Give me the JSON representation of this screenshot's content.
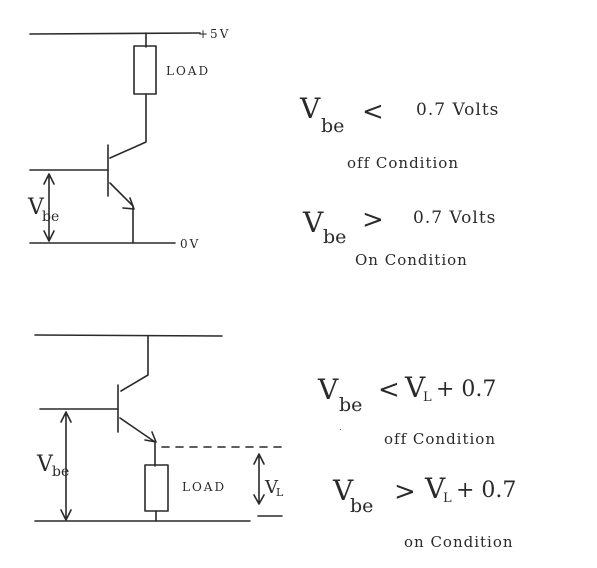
{
  "circuit1": {
    "supply_label": "+5V",
    "ground_label": "0V",
    "load_label": "LOAD",
    "vbe_label": "V",
    "vbe_sub": "be"
  },
  "circuit2": {
    "load_label": "LOAD",
    "vbe_label": "V",
    "vbe_sub": "be",
    "vl_label": "V",
    "vl_sub": "L"
  },
  "notes1": {
    "off_lhs": "V",
    "off_sub": "be",
    "off_op": "<",
    "off_rhs": "0.7 Volts",
    "off_cond": "off Condition",
    "on_lhs": "V",
    "on_sub": "be",
    "on_op": ">",
    "on_rhs": "0.7 Volts",
    "on_cond": "On Condition"
  },
  "notes2": {
    "off_lhs": "V",
    "off_sub": "be",
    "off_op": "<",
    "off_v": "V",
    "off_vsub": "L",
    "off_rhs": "+ 0.7",
    "off_cond": "off Condition",
    "on_lhs": "V",
    "on_sub": "be",
    "on_op": ">",
    "on_v": "V",
    "on_vsub": "L",
    "on_rhs": "+ 0.7",
    "on_cond": "on Condition"
  }
}
